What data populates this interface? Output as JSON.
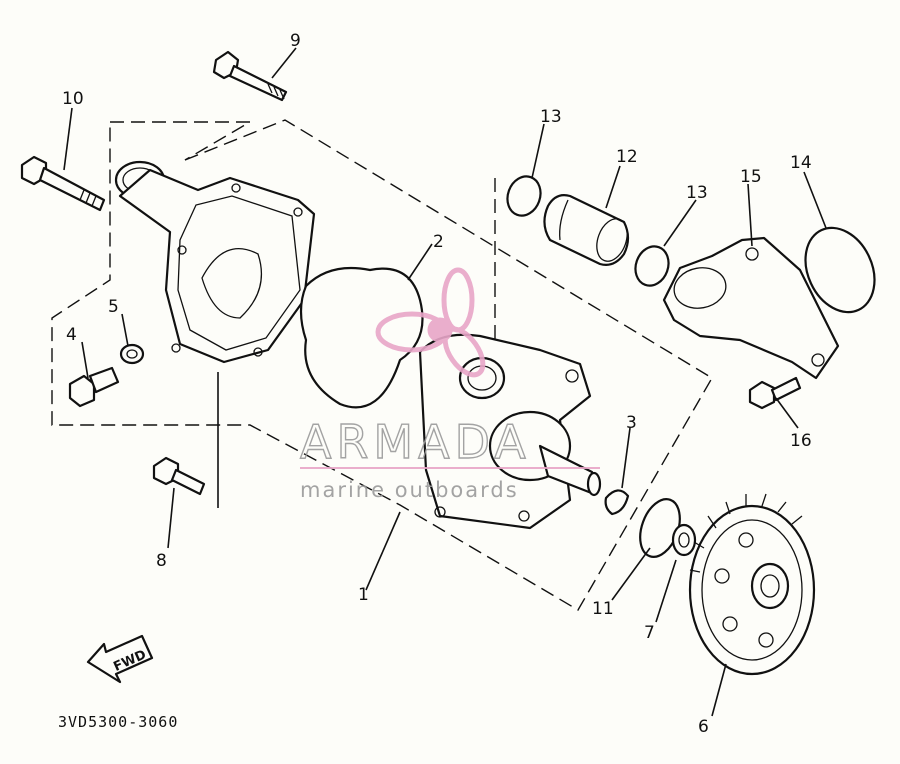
{
  "diagram": {
    "callouts": [
      {
        "id": "1",
        "text": "1"
      },
      {
        "id": "2",
        "text": "2"
      },
      {
        "id": "3",
        "text": "3"
      },
      {
        "id": "4",
        "text": "4"
      },
      {
        "id": "5",
        "text": "5"
      },
      {
        "id": "6",
        "text": "6"
      },
      {
        "id": "7",
        "text": "7"
      },
      {
        "id": "8",
        "text": "8"
      },
      {
        "id": "9",
        "text": "9"
      },
      {
        "id": "10",
        "text": "10"
      },
      {
        "id": "11",
        "text": "11"
      },
      {
        "id": "12",
        "text": "12"
      },
      {
        "id": "13a",
        "text": "13"
      },
      {
        "id": "13b",
        "text": "13"
      },
      {
        "id": "14",
        "text": "14"
      },
      {
        "id": "15",
        "text": "15"
      },
      {
        "id": "16",
        "text": "16"
      }
    ],
    "direction_label": "FWD",
    "diagram_code": "3VD5300-3060"
  },
  "watermark": {
    "brand": "ARMADA",
    "tagline": "marine outboards",
    "logo_color": "#e8a6c8",
    "text_color": "#9a9a9a"
  }
}
